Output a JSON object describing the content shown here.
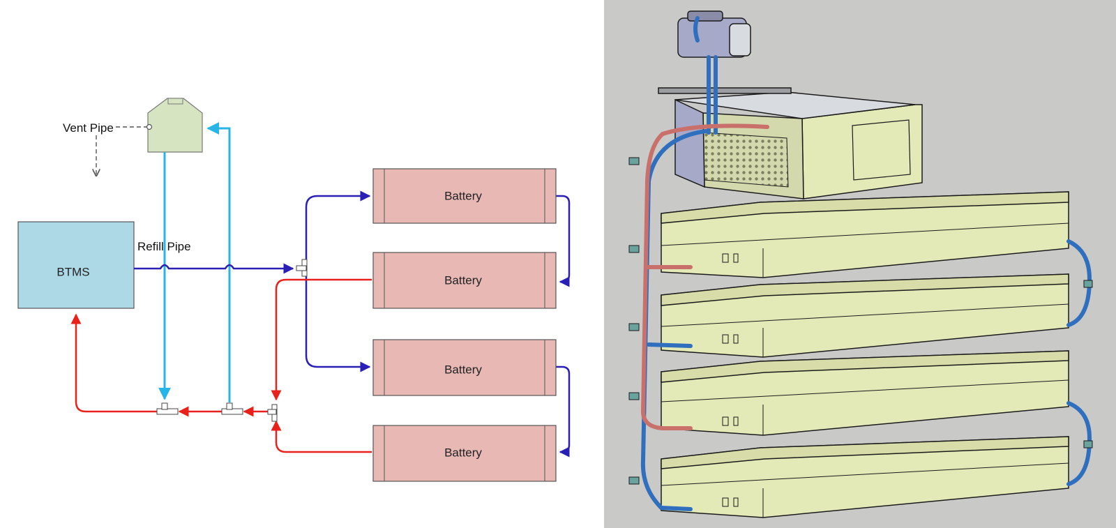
{
  "labels": {
    "vent_pipe": "Vent Pipe",
    "refill_pipe": "Refill Pipe",
    "btms": "BTMS",
    "batteries": [
      "Battery",
      "Battery",
      "Battery",
      "Battery"
    ]
  },
  "icons": {
    "reservoir": "coolant-reservoir-icon",
    "tee": "tee-junction-icon",
    "arrow": "flow-arrow-icon"
  },
  "colors": {
    "supply_pipe": "#2a1fb5",
    "return_pipe": "#e8221b",
    "refill_pipe": "#26b5e6",
    "vent_pipe": "#555555",
    "btms_fill": "#add8e6",
    "battery_fill": "#e8b8b5",
    "reservoir_fill": "#d6e4c2",
    "render_background": "#c9cac8",
    "render_pack_fill": "#e4e9b8"
  }
}
